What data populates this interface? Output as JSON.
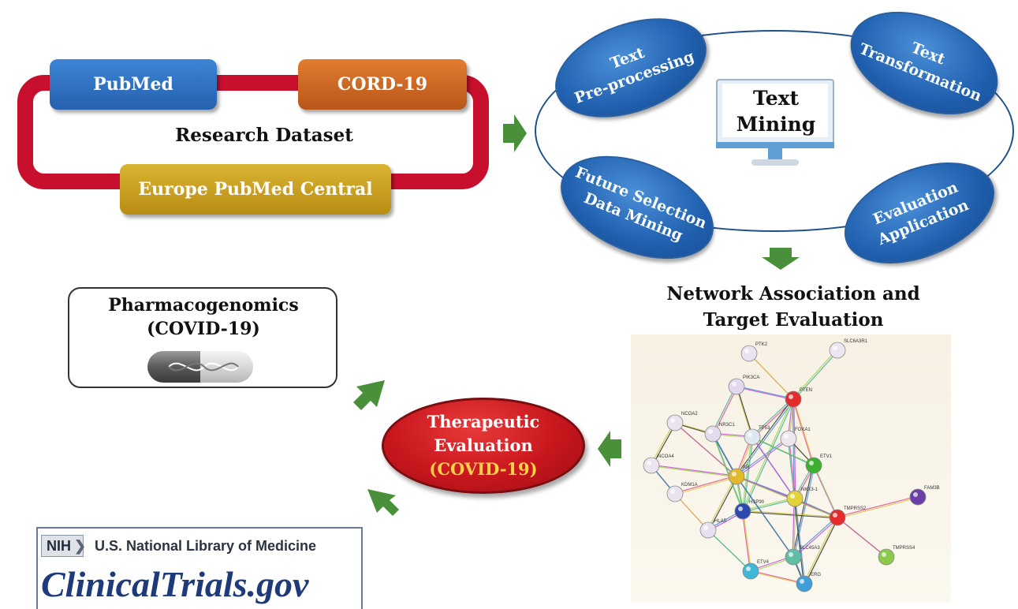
{
  "dataset": {
    "pubmed": "PubMed",
    "cord19": "CORD-19",
    "title": "Research Dataset",
    "europe_pmc": "Europe PubMed Central"
  },
  "text_mining": {
    "center_line1": "Text",
    "center_line2": "Mining",
    "preprocessing": [
      "Text",
      "Pre-processing"
    ],
    "transformation": [
      "Text",
      "Transformation"
    ],
    "future_selection": [
      "Future Selection",
      "Data Mining"
    ],
    "evaluation": [
      "Evaluation",
      "Application"
    ]
  },
  "network": {
    "title_line1": "Network Association and",
    "title_line2": "Target Evaluation",
    "nodes": [
      "PTK2",
      "SLC6A3R1",
      "PIK3CA",
      "PTEN",
      "NCOA2",
      "NR3C1",
      "TP53",
      "FOXA1",
      "NCOA4",
      "AR",
      "ETV1",
      "KDM1A",
      "HSP90",
      "NKX3-1",
      "FAM3B",
      "HLA5",
      "TMPRSS2",
      "SLC45A3",
      "ETV4",
      "ERG",
      "TMPRSS4"
    ]
  },
  "pharmacogenomics": {
    "line1": "Pharmacogenomics",
    "line2": "(COVID-19)"
  },
  "therapeutic": {
    "line1": "Therapeutic",
    "line2": "Evaluation",
    "line3": "(COVID-19)"
  },
  "clinicaltrials": {
    "nih": "NIH",
    "library": "U.S. National Library of Medicine",
    "logo": "ClinicalTrials.gov"
  },
  "colors": {
    "connector_red": "#c8102e",
    "pubmed_blue": "#2f72c4",
    "cord_orange": "#d36a20",
    "europe_gold": "#c9a21c",
    "arrow_green": "#4a8f3a",
    "therapeutic_red": "#c8161d",
    "covid_yellow": "#ffd24a"
  }
}
